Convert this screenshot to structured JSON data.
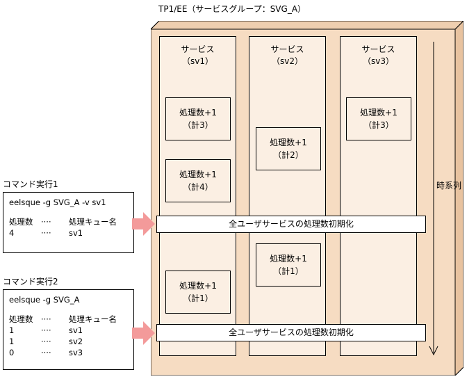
{
  "group": {
    "title": "TP1/EE（サービスグループ：SVG_A）"
  },
  "services": [
    {
      "title": "サービス",
      "id": "（sv1）"
    },
    {
      "title": "サービス",
      "id": "（sv2）"
    },
    {
      "title": "サービス",
      "id": "（sv3）"
    }
  ],
  "process_boxes": [
    {
      "line1": "処理数+1",
      "line2": "（計3）"
    },
    {
      "line1": "処理数+1",
      "line2": "（計4）"
    },
    {
      "line1": "処理数+1",
      "line2": "（計1）"
    },
    {
      "line1": "処理数+1",
      "line2": "（計2）"
    },
    {
      "line1": "処理数+1",
      "line2": "（計1）"
    },
    {
      "line1": "処理数+1",
      "line2": "（計3）"
    }
  ],
  "init_label": "全ユーザサービスの処理数初期化",
  "time_label": "時系列",
  "commands": [
    {
      "label": "コマンド実行1",
      "command": "eelsque -g SVG_A -v sv1",
      "header": {
        "count": "処理数",
        "dots": "····",
        "name": "処理キュー名"
      },
      "rows": [
        {
          "count": "4",
          "dots": "····",
          "name": "sv1"
        }
      ]
    },
    {
      "label": "コマンド実行2",
      "command": "eelsque -g SVG_A",
      "header": {
        "count": "処理数",
        "dots": "····",
        "name": "処理キュー名"
      },
      "rows": [
        {
          "count": "1",
          "dots": "····",
          "name": "sv1"
        },
        {
          "count": "1",
          "dots": "····",
          "name": "sv2"
        },
        {
          "count": "0",
          "dots": "····",
          "name": "sv3"
        }
      ]
    }
  ],
  "colors": {
    "panel": "#f6dcc2",
    "panel_side": "#e8c3a0",
    "column": "#fbefe3",
    "arrow": "#f39a9a"
  }
}
